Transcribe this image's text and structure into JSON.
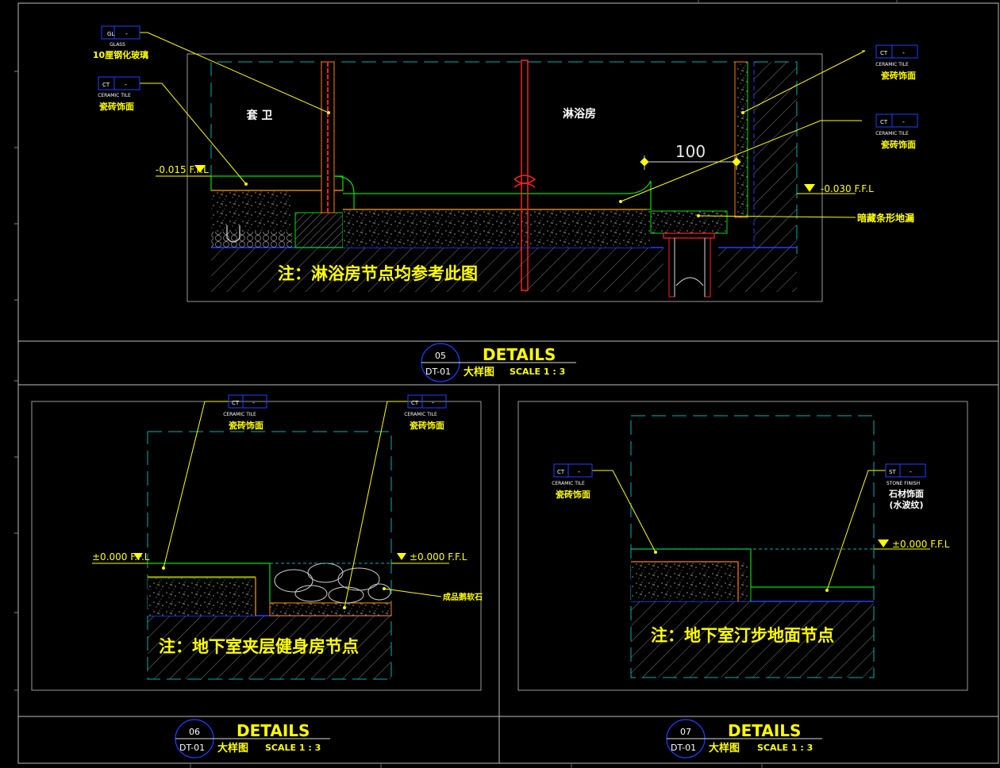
{
  "colors": {
    "background": "#000000",
    "frame": "#c8c8c8",
    "yellow": "#ffff00",
    "green": "#00ff00",
    "orange": "#ff8000",
    "red": "#ff2020",
    "blue": "#2040ff",
    "cyan": "#00cccc",
    "hatch": "#808080"
  },
  "detail_05": {
    "room_left": "套 卫",
    "room_right": "淋浴房",
    "dimension": "100",
    "level_left": "-0.015 F.F.L",
    "level_right": "-0.030 F.F.L",
    "note": "注：淋浴房节点均参考此图",
    "drain_label": "暗藏条形地漏",
    "tag_glass": {
      "code": "GL",
      "dash": "-",
      "en": "GLASS",
      "cn": "10厘钢化玻璃"
    },
    "tag_tile_left": {
      "code": "CT",
      "dash": "-",
      "en": "CERAMIC TILE",
      "cn": "瓷砖饰面"
    },
    "tag_tile_right_top": {
      "code": "CT",
      "dash": "-",
      "en": "CERAMIC TILE",
      "cn": "瓷砖饰面"
    },
    "tag_tile_right_mid": {
      "code": "CT",
      "dash": "-",
      "en": "CERAMIC TILE",
      "cn": "瓷砖饰面"
    },
    "title": {
      "number": "05",
      "sheet": "DT-01",
      "heading": "DETAILS",
      "cn": "大样图",
      "scale": "SCALE 1 : 3"
    }
  },
  "detail_06": {
    "level_left": "±0.000 F.F.L",
    "level_right": "±0.000 F.F.L",
    "note": "注：地下室夹层健身房节点",
    "stone_label": "成品鹅软石",
    "tag_tile_a": {
      "code": "CT",
      "dash": "-",
      "en": "CERAMIC TILE",
      "cn": "瓷砖饰面"
    },
    "tag_tile_b": {
      "code": "CT",
      "dash": "-",
      "en": "CERAMIC TILE",
      "cn": "瓷砖饰面"
    },
    "title": {
      "number": "06",
      "sheet": "DT-01",
      "heading": "DETAILS",
      "cn": "大样图",
      "scale": "SCALE 1 : 3"
    }
  },
  "detail_07": {
    "level": "±0.000 F.F.L",
    "note": "注：地下室汀步地面节点",
    "tag_tile": {
      "code": "CT",
      "dash": "-",
      "en": "CERAMIC TILE",
      "cn": "瓷砖饰面"
    },
    "tag_stone": {
      "code": "ST",
      "dash": "-",
      "en": "STONE FINISH",
      "cn": "石材饰面",
      "cn2": "(水波纹)"
    },
    "title": {
      "number": "07",
      "sheet": "DT-01",
      "heading": "DETAILS",
      "cn": "大样图",
      "scale": "SCALE 1 : 3"
    }
  }
}
